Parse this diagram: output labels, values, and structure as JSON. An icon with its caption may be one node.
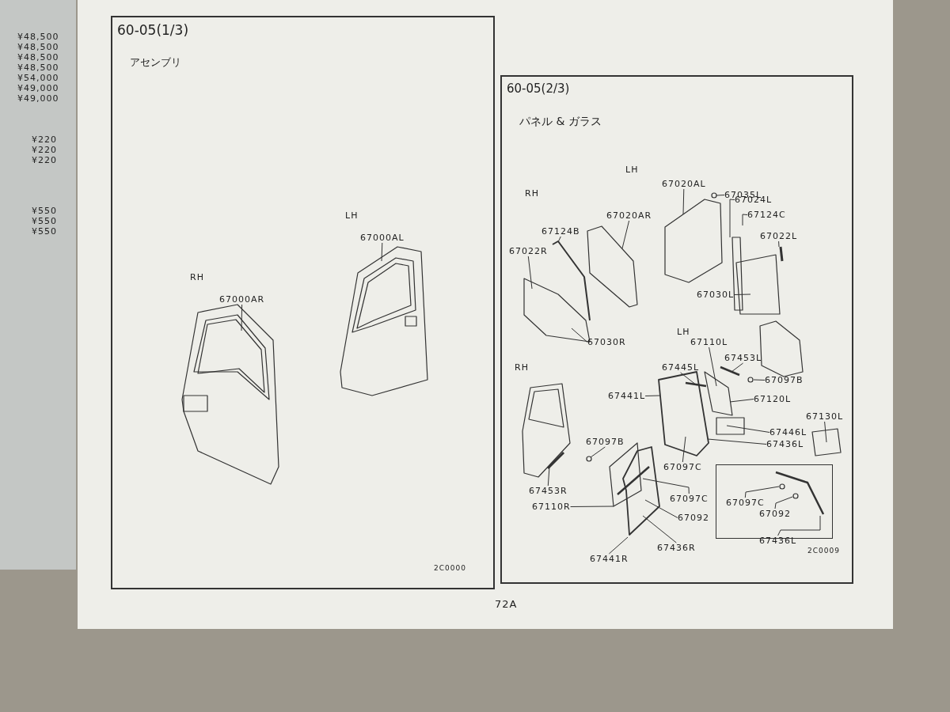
{
  "diagram": {
    "nodes": [
      {
        "text": [
          "60-05(1/3)",
          "アセンブリ"
        ]
      },
      {
        "text": [
          "60-05(2/3)",
          "パネル & ガラス"
        ]
      },
      {
        "text": [
          "67000AR"
        ],
        "in": 0
      },
      {
        "text": [
          "67000AL"
        ],
        "in": 0
      },
      {
        "text": [
          "67020AR"
        ],
        "in": 1
      },
      {
        "text": [
          "67020AL"
        ],
        "in": 1
      },
      {
        "text": [
          "67035L"
        ],
        "in": 1
      },
      {
        "text": [
          "67024L"
        ],
        "in": 1
      },
      {
        "text": [
          "67124C"
        ],
        "in": 1
      },
      {
        "text": [
          "67124B"
        ],
        "in": 1
      },
      {
        "text": [
          "67022R"
        ],
        "in": 1
      },
      {
        "text": [
          "67022L"
        ],
        "in": 1
      },
      {
        "text": [
          "67030L"
        ],
        "in": 1
      },
      {
        "text": [
          "67030R"
        ],
        "in": 1
      },
      {
        "text": [
          "67110L"
        ],
        "in": 1
      },
      {
        "text": [
          "67453L"
        ],
        "in": 1
      },
      {
        "text": [
          "67445L"
        ],
        "in": 1
      },
      {
        "text": [
          "67097B"
        ],
        "in": 1
      },
      {
        "text": [
          "67441L"
        ],
        "in": 1
      },
      {
        "text": [
          "67120L"
        ],
        "in": 1
      },
      {
        "text": [
          "67130L"
        ],
        "in": 1
      },
      {
        "text": [
          "67446L"
        ],
        "in": 1
      },
      {
        "text": [
          "67436L"
        ],
        "in": 1
      },
      {
        "text": [
          "67097C"
        ],
        "in": 1
      },
      {
        "text": [
          "67097B"
        ],
        "in": 1
      },
      {
        "text": [
          "67453R"
        ],
        "in": 1
      },
      {
        "text": [
          "67110R"
        ],
        "in": 1
      },
      {
        "text": [
          "67097C"
        ],
        "in": 1
      },
      {
        "text": [
          "67092"
        ],
        "in": 1
      },
      {
        "text": [
          "67436R"
        ],
        "in": 1
      },
      {
        "text": [
          "67441R"
        ],
        "in": 1
      },
      {
        "text": [],
        "shape": "box",
        "in": 1
      },
      {
        "text": [
          "67097C"
        ],
        "in": 31
      },
      {
        "text": [
          "67092"
        ],
        "in": 31
      },
      {
        "text": [
          "67436L"
        ],
        "in": 31
      }
    ],
    "edges": [
      {
        "from": 2,
        "to": null,
        "arrow": "none"
      },
      {
        "from": 3,
        "to": null,
        "arrow": "none"
      },
      {
        "from": 4,
        "to": null,
        "arrow": "none"
      },
      {
        "from": 5,
        "to": null,
        "arrow": "none"
      },
      {
        "from": 6,
        "to": null,
        "arrow": "none"
      },
      {
        "from": 7,
        "to": null,
        "arrow": "none"
      },
      {
        "from": 8,
        "to": null,
        "arrow": "none"
      },
      {
        "from": 9,
        "to": null,
        "arrow": "none"
      },
      {
        "from": 10,
        "to": null,
        "arrow": "none"
      },
      {
        "from": 11,
        "to": null,
        "arrow": "none"
      },
      {
        "from": 12,
        "to": null,
        "arrow": "none"
      },
      {
        "from": 13,
        "to": null,
        "arrow": "none"
      },
      {
        "from": 14,
        "to": null,
        "arrow": "none"
      },
      {
        "from": 15,
        "to": null,
        "arrow": "none"
      },
      {
        "from": 16,
        "to": null,
        "arrow": "none"
      },
      {
        "from": 17,
        "to": null,
        "arrow": "none"
      },
      {
        "from": 18,
        "to": null,
        "arrow": "none"
      },
      {
        "from": 19,
        "to": null,
        "arrow": "none"
      },
      {
        "from": 20,
        "to": null,
        "arrow": "none"
      },
      {
        "from": 21,
        "to": null,
        "arrow": "none"
      },
      {
        "from": 22,
        "to": null,
        "arrow": "none"
      },
      {
        "from": 23,
        "to": null,
        "arrow": "none"
      },
      {
        "from": 24,
        "to": null,
        "arrow": "none"
      },
      {
        "from": 25,
        "to": null,
        "arrow": "none"
      },
      {
        "from": 26,
        "to": null,
        "arrow": "none"
      },
      {
        "from": 27,
        "to": null,
        "arrow": "none"
      },
      {
        "from": 28,
        "to": null,
        "arrow": "none"
      },
      {
        "from": 29,
        "to": null,
        "arrow": "none"
      },
      {
        "from": 30,
        "to": null,
        "arrow": "none"
      },
      {
        "from": 32,
        "to": null,
        "arrow": "none"
      },
      {
        "from": 33,
        "to": null,
        "arrow": "none"
      },
      {
        "from": 34,
        "to": null,
        "arrow": "none"
      }
    ],
    "labels": [
      "¥48,500",
      "¥48,500",
      "¥48,500",
      "¥48,500",
      "¥54,000",
      "¥49,000",
      "¥49,000",
      "¥220",
      "¥220",
      "¥220",
      "¥550",
      "¥550",
      "¥550",
      "LH",
      "RH",
      "LH",
      "RH",
      "LH",
      "RH",
      "2C0000",
      "2C0009",
      "72A"
    ]
  }
}
